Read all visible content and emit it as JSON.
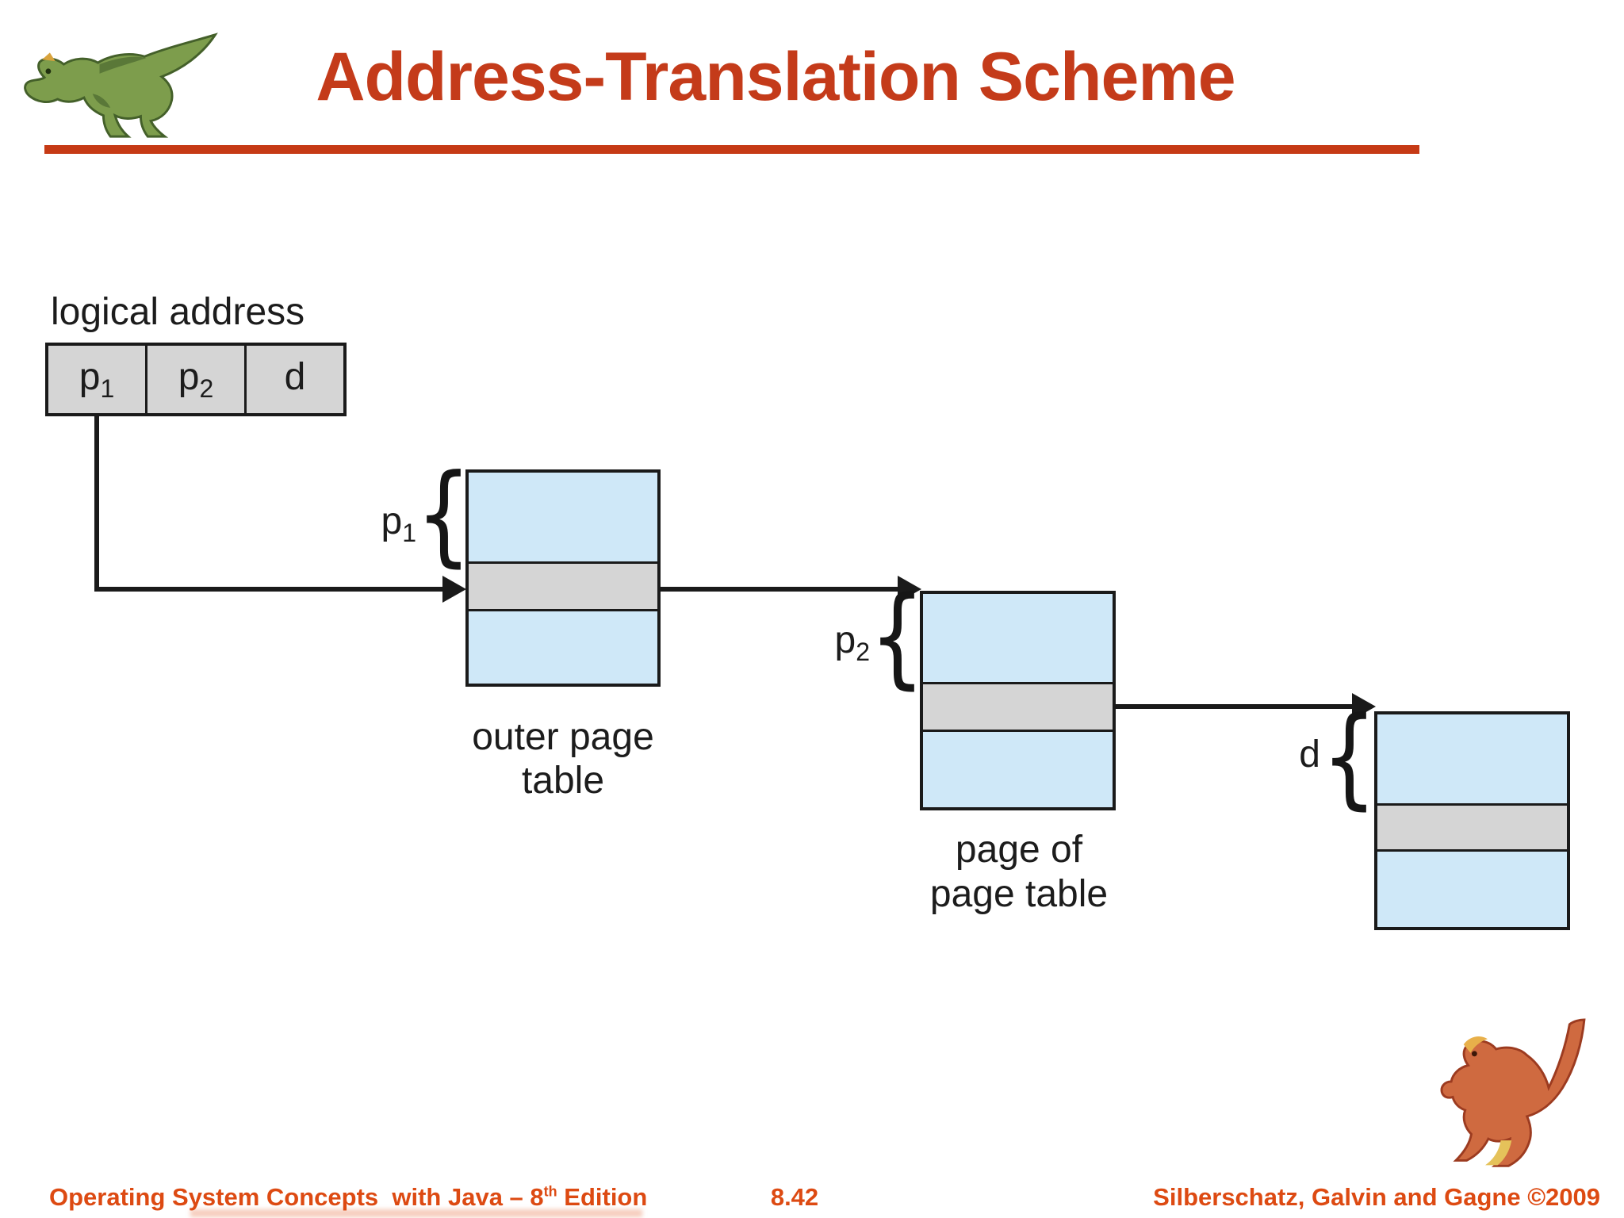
{
  "title": "Address-Translation Scheme",
  "colors": {
    "title_red": "#c43b1a",
    "rule_red": "#c63a15",
    "footer_orange": "#dd4a12",
    "table_blue": "#cfe8f8",
    "highlight_gray": "#d5d5d5",
    "line_black": "#1a1a1a"
  },
  "icons": {
    "green_dinosaur": "green-dinosaur-logo",
    "red_dinosaur": "red-dinosaur-logo"
  },
  "diagram": {
    "logical_address_label": "logical address",
    "brace_glyph": "{",
    "address_box_cells": [
      {
        "base": "p",
        "sub": "1"
      },
      {
        "base": "p",
        "sub": "2"
      },
      {
        "base": "d",
        "sub": ""
      }
    ],
    "outer_table": {
      "index": {
        "base": "p",
        "sub": "1"
      },
      "caption_line1": "outer page",
      "caption_line2": "table"
    },
    "page_of_page_table": {
      "index": {
        "base": "p",
        "sub": "2"
      },
      "caption_line1": "page of",
      "caption_line2": "page table"
    },
    "final_page": {
      "index": {
        "base": "d",
        "sub": ""
      }
    }
  },
  "footer": {
    "left_main": "Operating System Concepts  with Java – 8",
    "left_sup": "th",
    "left_tail": " Edition",
    "page_number": "8.42",
    "right": "Silberschatz, Galvin and Gagne ©2009"
  }
}
